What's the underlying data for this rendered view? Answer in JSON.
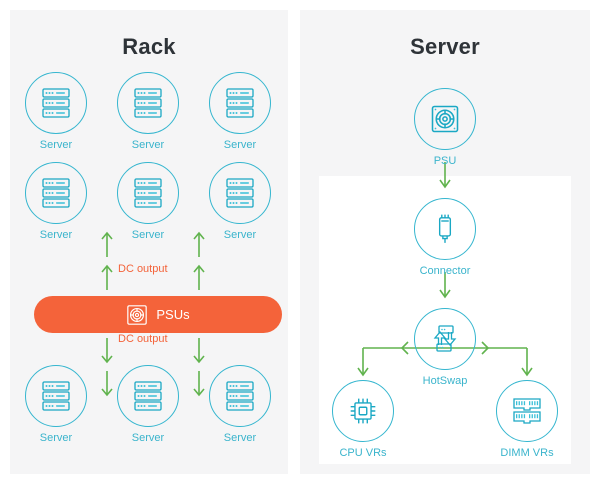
{
  "page": {
    "background": "#ffffff",
    "panel_bg": "#f5f5f6",
    "white_box": "#ffffff",
    "accent_teal": "#35b6cf",
    "accent_orange": "#f4633a",
    "accent_green": "#61b34e",
    "title_color": "#2e3338"
  },
  "rack_panel": {
    "title": "Rack",
    "servers_top": [
      {
        "icon": "server-icon",
        "label": "Server"
      },
      {
        "icon": "server-icon",
        "label": "Server"
      },
      {
        "icon": "server-icon",
        "label": "Server"
      }
    ],
    "servers_mid": [
      {
        "icon": "server-icon",
        "label": "Server"
      },
      {
        "icon": "server-icon",
        "label": "Server"
      },
      {
        "icon": "server-icon",
        "label": "Server"
      }
    ],
    "servers_bottom": [
      {
        "icon": "server-icon",
        "label": "Server"
      },
      {
        "icon": "server-icon",
        "label": "Server"
      },
      {
        "icon": "server-icon",
        "label": "Server"
      }
    ],
    "psu_bar": {
      "icon": "psu-fan-icon",
      "label": "PSUs",
      "color": "#f4633a"
    },
    "dc_output_up": "DC output",
    "dc_output_down": "DC output"
  },
  "server_panel": {
    "title": "Server",
    "nodes": {
      "psu": {
        "icon": "psu-fan-icon",
        "label": "PSU"
      },
      "connector": {
        "icon": "connector-icon",
        "label": "Connector"
      },
      "hotswap": {
        "icon": "hotswap-icon",
        "label": "HotSwap"
      },
      "cpu_vrs": {
        "icon": "cpu-chip-icon",
        "label": "CPU VRs"
      },
      "dimm_vrs": {
        "icon": "dimm-icon",
        "label": "DIMM VRs"
      }
    }
  },
  "chart_data": {
    "type": "diagram",
    "title": "Rack and Server power delivery block diagram",
    "panels": [
      {
        "name": "Rack",
        "nodes": [
          "Server",
          "Server",
          "Server",
          "Server",
          "Server",
          "Server",
          "PSUs",
          "Server",
          "Server",
          "Server"
        ],
        "edges": [
          {
            "from": "PSUs",
            "to": "Server (upper rows)",
            "label": "DC output",
            "direction": "up"
          },
          {
            "from": "PSUs",
            "to": "Server (bottom row)",
            "label": "DC output",
            "direction": "down"
          }
        ]
      },
      {
        "name": "Server",
        "nodes": [
          "PSU",
          "Connector",
          "HotSwap",
          "CPU VRs",
          "DIMM VRs"
        ],
        "edges": [
          {
            "from": "PSU",
            "to": "Connector",
            "label": ""
          },
          {
            "from": "Connector",
            "to": "HotSwap",
            "label": ""
          },
          {
            "from": "HotSwap",
            "to": "CPU VRs",
            "label": ""
          },
          {
            "from": "HotSwap",
            "to": "DIMM VRs",
            "label": ""
          }
        ]
      }
    ]
  }
}
